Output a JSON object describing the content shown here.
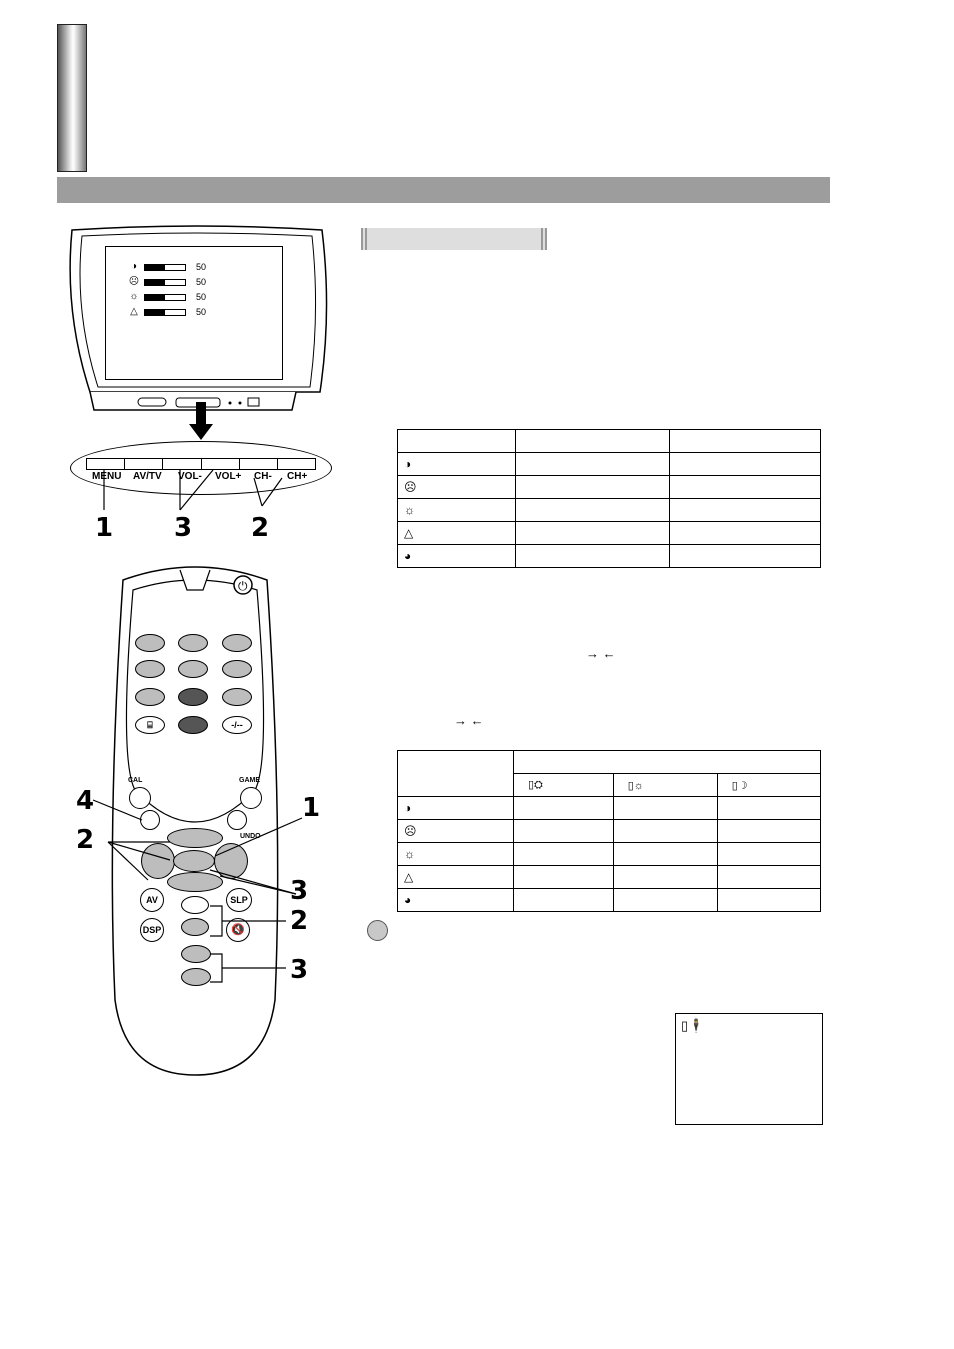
{
  "tv_osd": {
    "rows": [
      {
        "icon": "contrast-icon",
        "glyph": "◑",
        "value": "50",
        "level": 0.5
      },
      {
        "icon": "color-icon",
        "glyph": "☹",
        "value": "50",
        "level": 0.5
      },
      {
        "icon": "brightness-icon",
        "glyph": "☼",
        "value": "50",
        "level": 0.5
      },
      {
        "icon": "sharpness-icon",
        "glyph": "△",
        "value": "50",
        "level": 0.5
      }
    ]
  },
  "front_panel": {
    "buttons": [
      "MENU",
      "AV/TV",
      "VOL-",
      "VOL+",
      "CH-",
      "CH+"
    ],
    "callouts": [
      "1",
      "3",
      "2"
    ]
  },
  "remote": {
    "cal_label": "CAL",
    "game_label": "GAME",
    "undo_label": "UNDO",
    "av_label": "AV",
    "slp_label": "SLP",
    "dsp_label": "DSP",
    "minus_label": "-/--",
    "callouts": [
      "4",
      "2",
      "1",
      "3",
      "2",
      "3"
    ]
  },
  "table1": {
    "rows": [
      {
        "icon": "contrast-icon",
        "glyph": "◑"
      },
      {
        "icon": "color-icon",
        "glyph": "☹"
      },
      {
        "icon": "brightness-icon",
        "glyph": "☼"
      },
      {
        "icon": "sharpness-icon",
        "glyph": "△"
      },
      {
        "icon": "tint-icon",
        "glyph": "◕"
      }
    ]
  },
  "arrows": {
    "line1": "→ ←",
    "line2": "→ ←"
  },
  "table2": {
    "modes": [
      {
        "icon": "mode-standard-icon",
        "glyph": "▯⛭"
      },
      {
        "icon": "mode-bright-icon",
        "glyph": "▯☼"
      },
      {
        "icon": "mode-night-icon",
        "glyph": "▯☽"
      }
    ],
    "rows": [
      {
        "icon": "contrast-icon",
        "glyph": "◑"
      },
      {
        "icon": "color-icon",
        "glyph": "☹"
      },
      {
        "icon": "brightness-icon",
        "glyph": "☼"
      },
      {
        "icon": "sharpness-icon",
        "glyph": "△"
      },
      {
        "icon": "tint-icon",
        "glyph": "◕"
      }
    ]
  },
  "osd_box": {
    "icon": "personal-mode-icon",
    "glyph": "▯🕴"
  }
}
